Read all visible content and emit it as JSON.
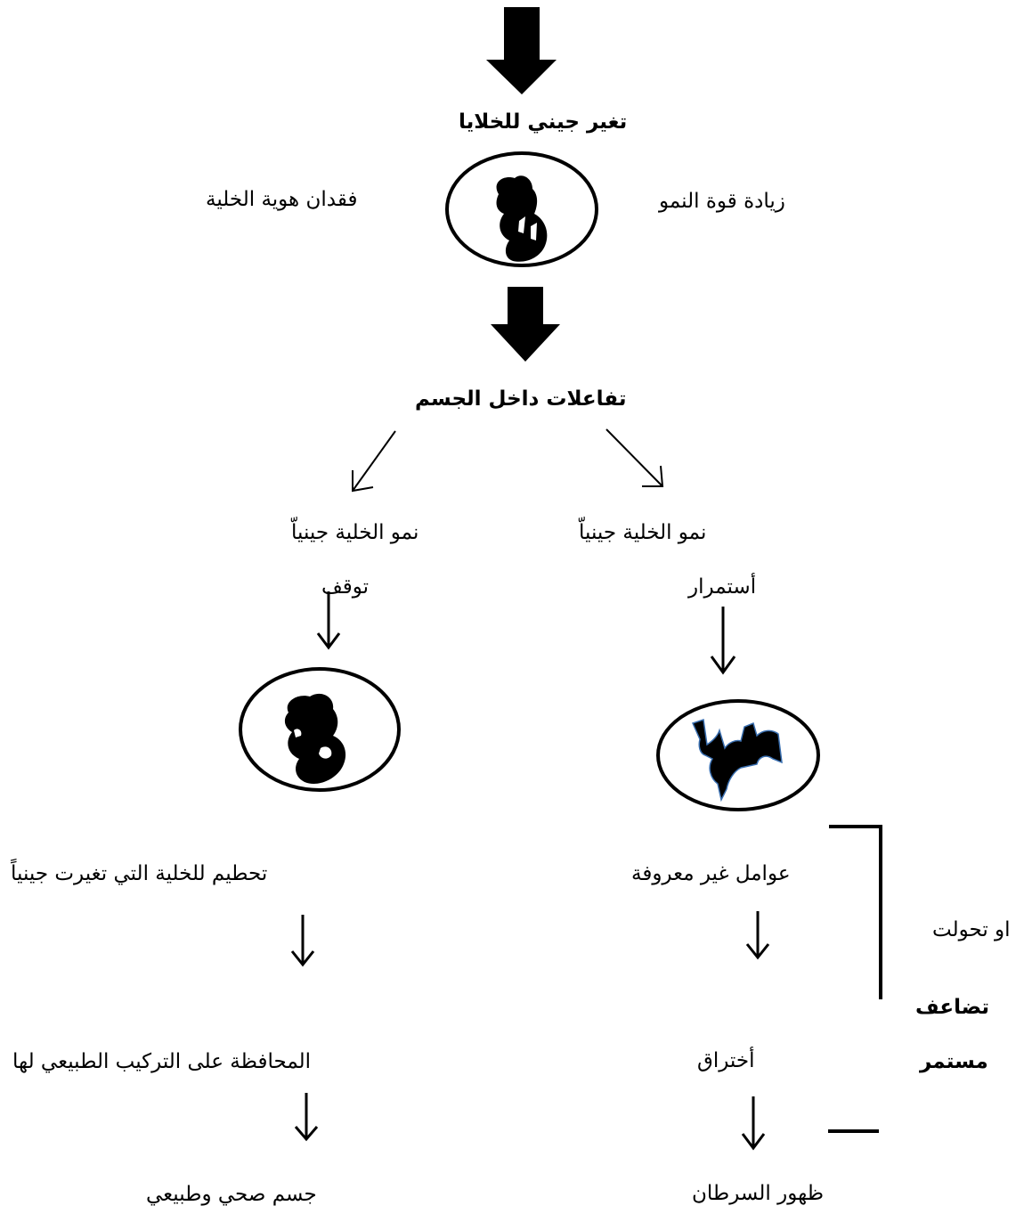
{
  "diagram": {
    "title": "تغير جيني للخلايا",
    "right_label": "زيادة قوة النمو",
    "left_label": "فقدان هوية الخلية",
    "reactions": "تفاعلات داخل الجسم",
    "right_branch": {
      "growth": "نمو الخلية جينياّ",
      "state": "أستمرار",
      "factors": "عوامل غير معروفة",
      "penetration": "أختراق",
      "result": "ظهور السرطان"
    },
    "left_branch": {
      "growth": "نمو الخلية جينياّ",
      "state": "توقف",
      "destroy": "تحطيم للخلية التي تغيرت جينياً",
      "maintain": "المحافظة على التركيب الطبيعي لها",
      "result": "جسم صحي وطبيعي"
    },
    "side_note": {
      "or_transformed": "او تحولت",
      "multiply": "تضاعف",
      "continuous": "مستمر"
    }
  }
}
